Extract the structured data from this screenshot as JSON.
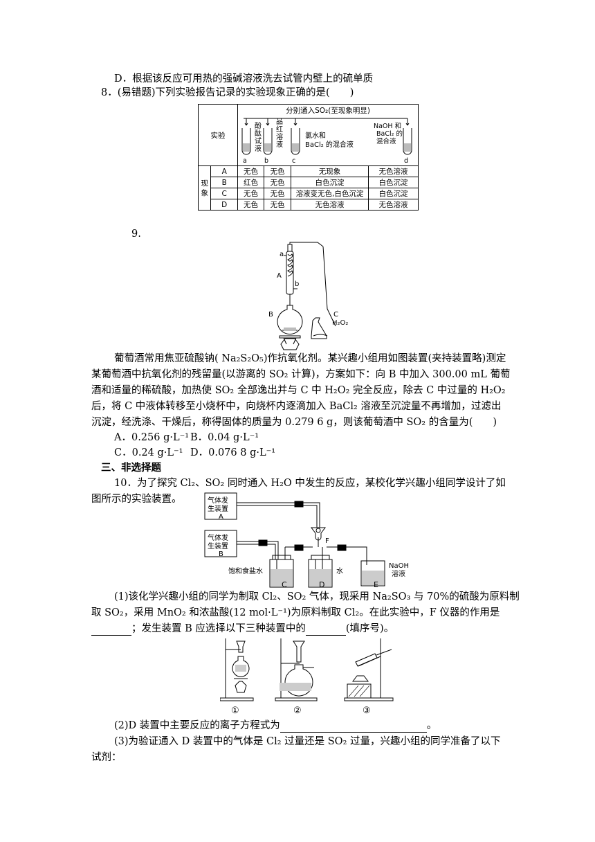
{
  "q7_opt_d": "D．根据该反应可用热的强碱溶液洗去试管内壁上的硫单质",
  "q8": {
    "stem": "8．(易错题)下列实验报告记录的实验现象正确的是(　　)",
    "table": {
      "head_exp": "实验",
      "head_top": "分别通入SO₂(至现象明显)",
      "tube_a": "酚酞试液",
      "tube_b": "品红溶液",
      "tube_c": "氯水和BaCl₂的混合液",
      "tube_d": "NaOH和BaCl₂的混合液",
      "letters": [
        "a",
        "b",
        "c",
        "d"
      ],
      "phen_label": "现象",
      "rows": [
        {
          "opt": "A",
          "a": "无色",
          "b": "无色",
          "c": "无现象",
          "d": "无色溶液"
        },
        {
          "opt": "B",
          "a": "红色",
          "b": "无色",
          "c": "白色沉淀",
          "d": "白色沉淀"
        },
        {
          "opt": "C",
          "a": "无色",
          "b": "无色",
          "c": "溶液变无色,白色沉淀",
          "d": "白色沉淀"
        },
        {
          "opt": "D",
          "a": "无色",
          "b": "无色",
          "c": "无色溶液",
          "d": "无色溶液"
        }
      ]
    }
  },
  "q9": {
    "num": "9.",
    "fig_labels": {
      "a": "a",
      "A": "A",
      "b": "b",
      "B": "B",
      "C": "C",
      "h2o2": "H₂O₂"
    },
    "text1": "葡萄酒常用焦亚硫酸钠( Na₂S₂O₅)作抗氧化剂。某兴趣小组用如图装置(夹持装置略)测定",
    "text2": "某葡萄酒中抗氧化剂的残留量(以游离的 SO₂ 计算)，方案如下：向 B 中加入 300.00 mL 葡萄",
    "text3": "酒和适量的稀硫酸，加热使 SO₂ 全部逸出并与 C 中 H₂O₂ 完全反应，除去 C 中过量的 H₂O₂",
    "text4": "后，将 C 中液体转移至小烧杯中，向烧杯内逐滴加入 BaCl₂ 溶液至沉淀量不再增加，过滤出",
    "text5": "沉淀，经洗涤、干燥后，称得固体的质量为 0.279 6 g，则该葡萄酒中 SO₂ 的含量为(　　)",
    "optA": "A．0.256 g·L⁻¹",
    "optB": "B．0.04 g·L⁻¹",
    "optC": "C．0.24 g·L⁻¹",
    "optD": "D．0.076 8 g·L⁻¹"
  },
  "section3": "三、非选择题",
  "q10": {
    "text1": "10．为了探究 Cl₂、SO₂ 同时通入 H₂O 中发生的反应，某校化学兴趣小组同学设计了如",
    "text2": "图所示的实验装置。",
    "fig": {
      "genA": "气体发生装置A",
      "genB": "气体发生装置B",
      "F": "F",
      "satsalt": "饱和食盐水",
      "water": "水",
      "naoh": "NaOH溶液",
      "C": "C",
      "D": "D",
      "E": "E"
    },
    "p1_1": "(1)该化学兴趣小组的同学为制取 Cl₂、SO₂ 气体，现采用 Na₂SO₃ 与 70%的硫酸为原料制",
    "p1_2": "取 SO₂，采用 MnO₂ 和浓盐酸(12 mol·L⁻¹)为原料制取 Cl₂。在此实验中，F 仪器的作用是",
    "p1_3a": "；发生装置 B 应选择以下三种装置中的",
    "p1_3b": "(填序号)。",
    "app_labels": [
      "①",
      "②",
      "③"
    ],
    "p2a": "(2)D 装置中主要反应的离子方程式为",
    "p2b": "。",
    "p3_1": "(3)为验证通入 D 装置中的气体是 Cl₂ 过量还是 SO₂ 过量，兴趣小组的同学准备了以下",
    "p3_2": "试剂："
  }
}
